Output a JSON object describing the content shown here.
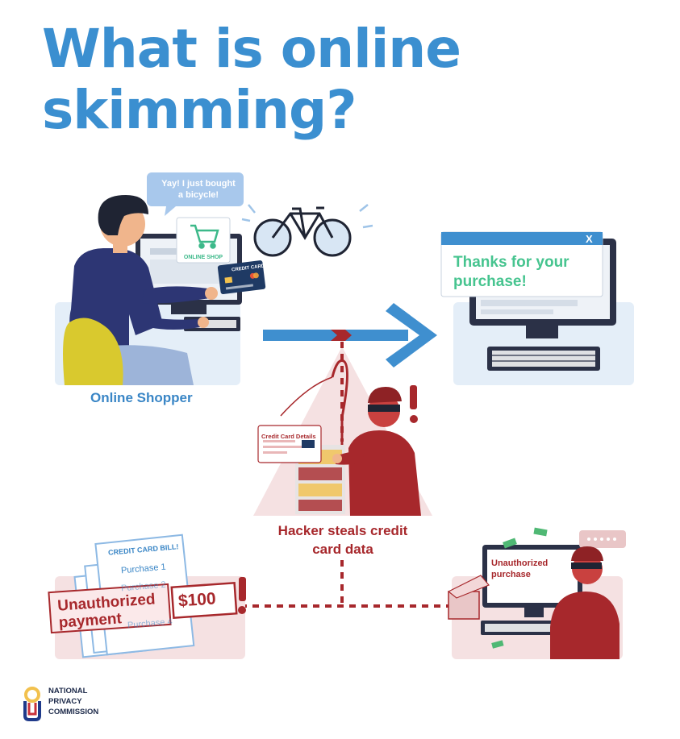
{
  "title": {
    "line1": "What is online",
    "line2": "skimming?"
  },
  "shopper": {
    "speech_bubble": "Yay! I just bought a bicycle!",
    "shop_label": "ONLINE SHOP",
    "card_label": "CREDIT CARD",
    "caption": "Online Shopper"
  },
  "merchant": {
    "close_symbol": "X",
    "message": "Thanks for your purchase!"
  },
  "hacker": {
    "card_details_label": "Credit Card Details",
    "caption": "Hacker steals credit card data",
    "alert_mark": "!"
  },
  "bill": {
    "title": "CREDIT CARD BILL!",
    "items": [
      "Purchase 1",
      "Purchase 2",
      "Purchase 4"
    ],
    "stamp": "Unauthorized payment",
    "amount": "$100",
    "alert_mark": "!"
  },
  "fraud": {
    "screen_label": "Unauthorized purchase"
  },
  "logo": {
    "org_line1": "NATIONAL",
    "org_line2": "PRIVACY",
    "org_line3": "COMMISSION"
  },
  "colors": {
    "title_blue": "#3b8fd0",
    "arrow_blue": "#3f8fcf",
    "hacker_red": "#a7282c",
    "accent_green": "#46c48f",
    "panel_blue": "#e4eef8",
    "panel_pink": "#f5e1e2"
  }
}
